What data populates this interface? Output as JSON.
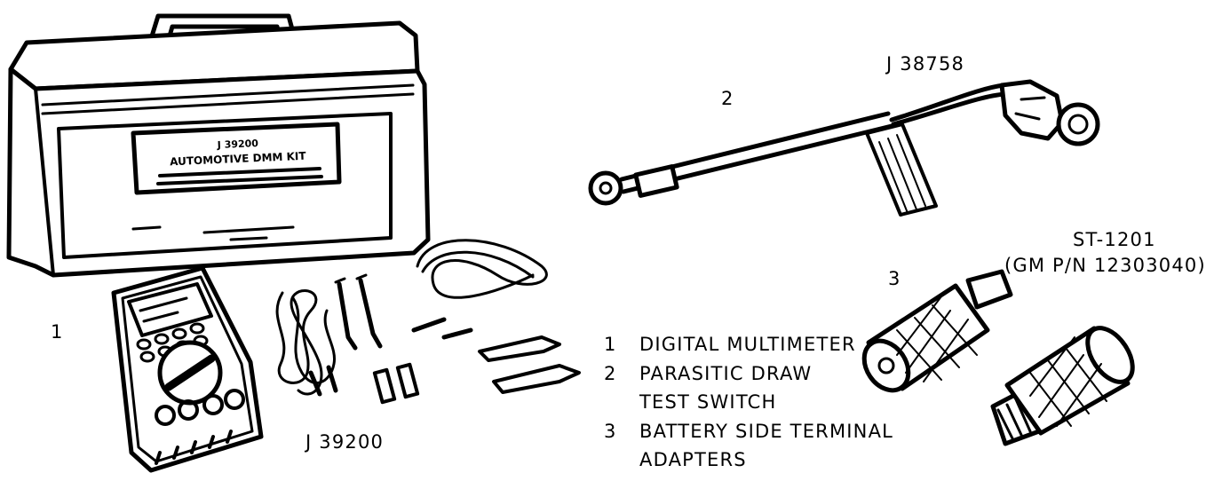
{
  "callouts": {
    "item1": "1",
    "item2": "2",
    "item3": "3"
  },
  "part_numbers": {
    "dmm_kit": "J 39200",
    "draw_switch": "J 38758",
    "adapters_line1": "ST-1201",
    "adapters_line2": "(GM P/N 12303040)"
  },
  "case_label": {
    "line1": "J 39200",
    "line2": "AUTOMOTIVE DMM KIT"
  },
  "legend": [
    {
      "num": "1",
      "lines": [
        "DIGITAL MULTIMETER"
      ]
    },
    {
      "num": "2",
      "lines": [
        "PARASITIC DRAW",
        "TEST SWITCH"
      ]
    },
    {
      "num": "3",
      "lines": [
        "BATTERY SIDE TERMINAL",
        "ADAPTERS"
      ]
    }
  ]
}
